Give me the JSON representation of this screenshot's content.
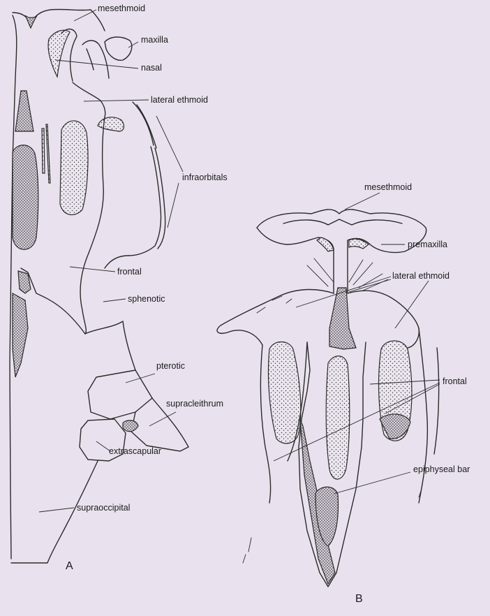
{
  "panels": {
    "a": "A",
    "b": "B"
  },
  "labels_a": {
    "mesethmoid": "mesethmoid",
    "maxilla": "maxilla",
    "nasal": "nasal",
    "lateral_ethmoid": "lateral ethmoid",
    "infraorbitals": "infraorbitals",
    "frontal": "frontal",
    "sphenotic": "sphenotic",
    "pterotic": "pterotic",
    "supracleithrum": "supracleithrum",
    "extrascapular": "extrascapular",
    "supraoccipital": "supraoccipital"
  },
  "labels_b": {
    "mesethmoid": "mesethmoid",
    "premaxilla": "premaxilla",
    "lateral_ethmoid": "lateral ethmoid",
    "frontal": "frontal",
    "epiphyseal_bar": "epiphyseal bar"
  },
  "colors": {
    "background": "#e9e2ee",
    "ink": "#2a2a2a"
  }
}
